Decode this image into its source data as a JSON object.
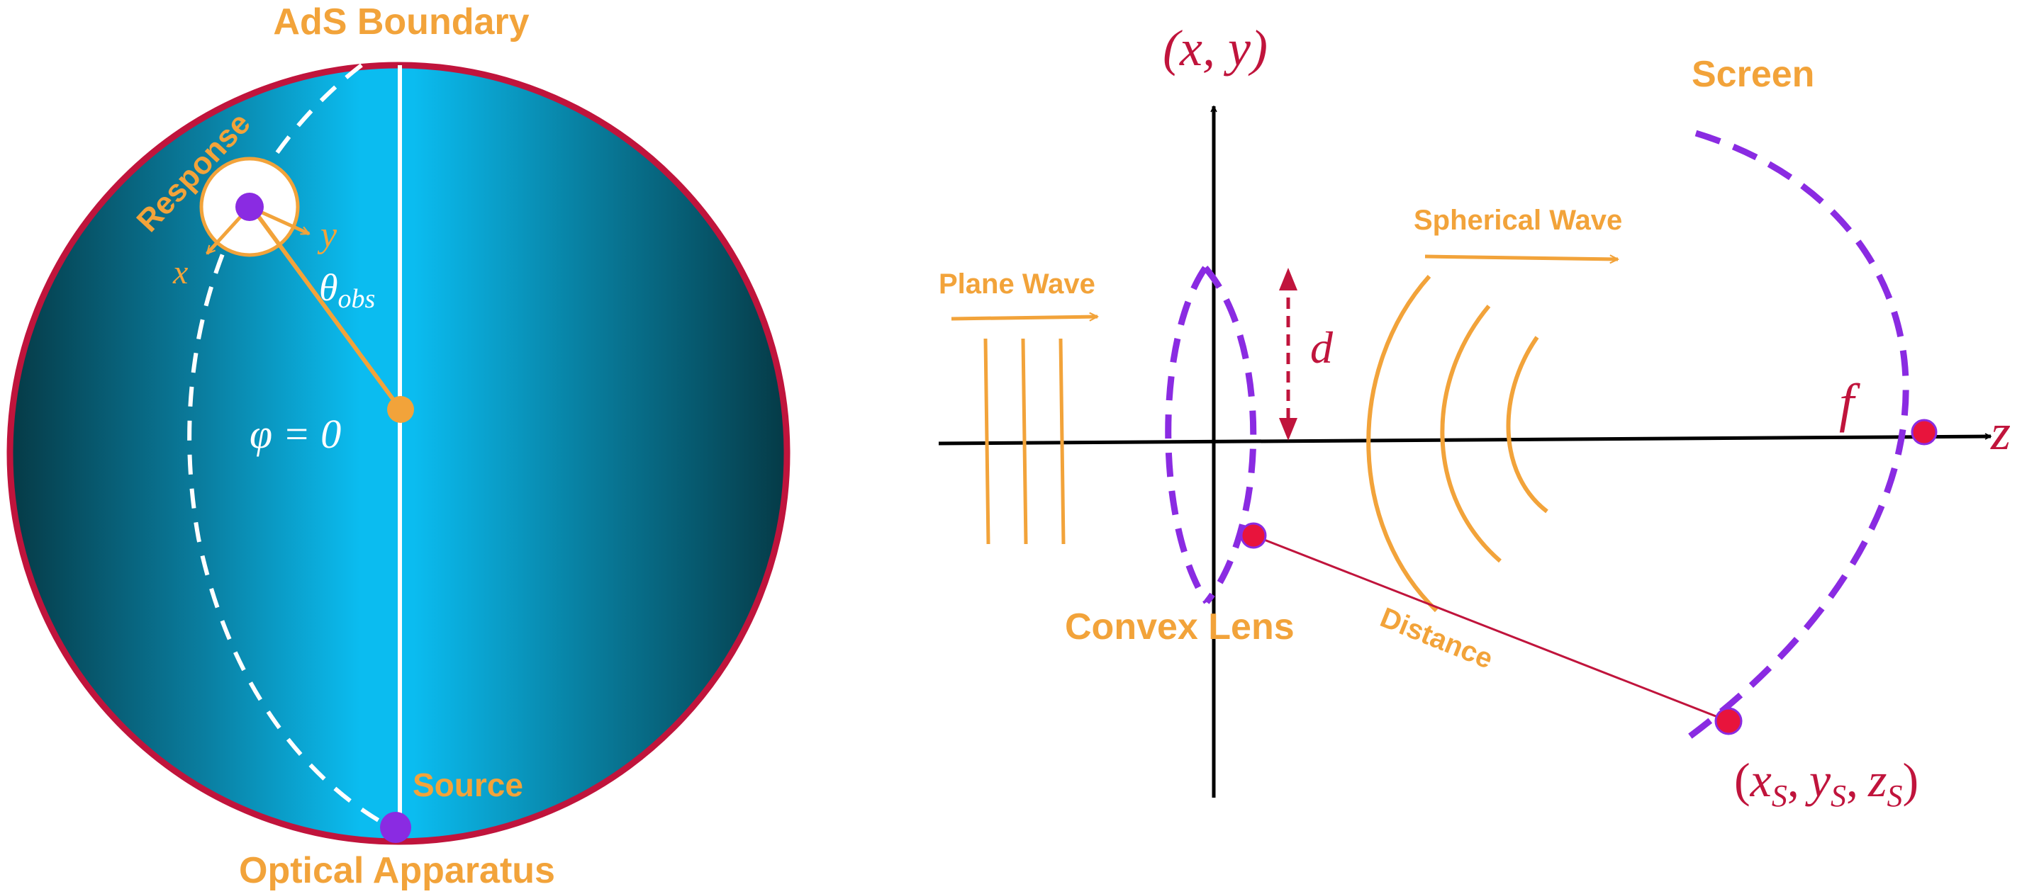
{
  "colors": {
    "orange": "#f2a33a",
    "crimson": "#c0143c",
    "violet": "#8a2be2",
    "sphere_light": "#0bbcf0",
    "sphere_dark": "#053a46",
    "axis": "#000000",
    "white": "#ffffff"
  },
  "left_panel": {
    "ads_boundary": "AdS Boundary",
    "response": "Response",
    "x_axis": "x",
    "y_axis": "y",
    "theta_obs": "θ",
    "theta_sub": "obs",
    "phi_eq": "φ = 0",
    "source": "Source",
    "optical_apparatus": "Optical Apparatus"
  },
  "right_panel": {
    "xy_label": "(x, y)",
    "screen": "Screen",
    "spherical_wave": "Spherical Wave",
    "plane_wave": "Plane Wave",
    "d_label": "d",
    "f_label": "f",
    "z_label": "z",
    "convex_lens": "Convex Lens",
    "distance": "Distance",
    "screen_point_open": "(",
    "xs": "x",
    "ys": "y",
    "zs": "z",
    "s_sub": "S",
    "comma": ",",
    "screen_point_close": ")"
  }
}
